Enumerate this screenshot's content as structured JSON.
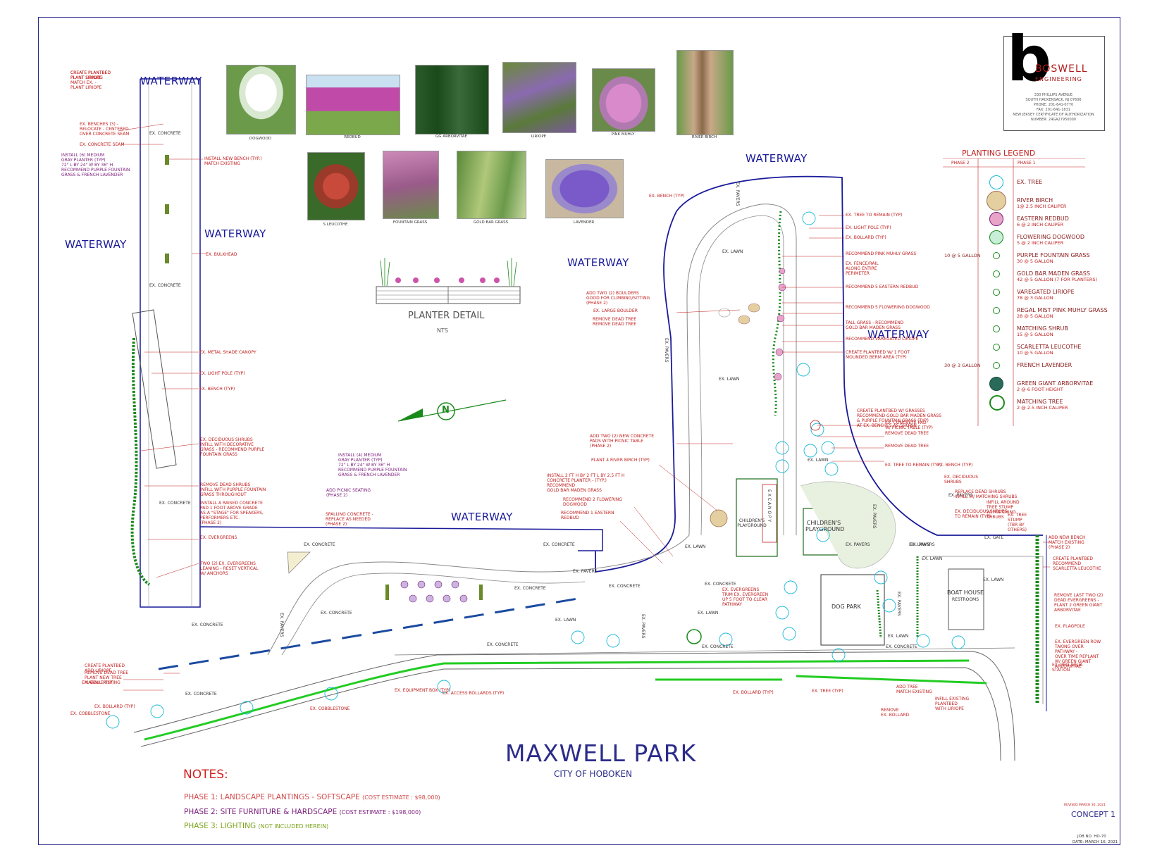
{
  "colors": {
    "waterway": "#1a1a9a",
    "annotation_red": "#c22020",
    "annotation_purple": "#7a1b7a",
    "note_phase1": "#d24a4a",
    "note_phase2": "#7a1b7a",
    "note_phase3": "#7aa21a",
    "plan_green": "#1a8a1a",
    "tree_cyan": "#16b8d8"
  },
  "waterway_labels": [
    "WATERWAY",
    "WATERWAY",
    "WATERWAY",
    "WATERWAY",
    "WATERWAY",
    "WATERWAY",
    "WATERWAY"
  ],
  "photos": [
    {
      "caption": "DOGWOOD"
    },
    {
      "caption": "REDBUD"
    },
    {
      "caption": "GG ARBORVITAE"
    },
    {
      "caption": "LIRIOPE"
    },
    {
      "caption": "PINK MUHLY"
    },
    {
      "caption": "RIVER BIRCH"
    },
    {
      "caption": "S LEUCOTHE"
    },
    {
      "caption": "FOUNTAIN GRASS"
    },
    {
      "caption": "GOLD BAR GRASS"
    },
    {
      "caption": "LAVENDER"
    }
  ],
  "planter_detail": {
    "title": "PLANTER DETAIL",
    "scale": "NTS"
  },
  "logo": {
    "mark": "b",
    "name_line1": "BOSWELL",
    "name_line2": "ENGINEERING",
    "address": "330 PHILLIPS AVENUE\nSOUTH HACKENSACK, NJ 07606\nPHONE: 201-641-0770\nFAX: 201-641-1831\nNEW JERSEY CERTIFICATE OF AUTHORIZATION\nNUMBER: 24GA27950000"
  },
  "legend": {
    "title": "PLANTING LEGEND",
    "col_phase2": "PHASE 2",
    "col_phase1": "PHASE 1",
    "rows": [
      {
        "name": "EX. TREE",
        "detail": "",
        "phase2": "",
        "icon": "ex-tree-icon"
      },
      {
        "name": "RIVER BIRCH",
        "detail": "1@ 2.5 INCH CALIPER",
        "phase2": "",
        "icon": "river-birch-icon"
      },
      {
        "name": "EASTERN REDBUD",
        "detail": "6 @ 2 INCH CALIPER",
        "phase2": "",
        "icon": "redbud-icon"
      },
      {
        "name": "FLOWERING DOGWOOD",
        "detail": "5 @ 2 INCH CALIPER",
        "phase2": "",
        "icon": "dogwood-icon"
      },
      {
        "name": "PURPLE FOUNTAIN GRASS",
        "detail": "30 @ 5 GALLON",
        "phase2": "10 @ 5 GALLON",
        "icon": "fountain-grass-icon"
      },
      {
        "name": "GOLD BAR MADEN GRASS",
        "detail": "42 @ 5 GALLON (7 FOR PLANTERS)",
        "phase2": "",
        "icon": "gold-bar-grass-icon"
      },
      {
        "name": "VAREGATED LIRIOPE",
        "detail": "78 @ 3 GALLON",
        "phase2": "",
        "icon": "liriope-icon"
      },
      {
        "name": "REGAL MIST PINK MUHLY GRASS",
        "detail": "28 @ 5 GALLON",
        "phase2": "",
        "icon": "muhly-grass-icon"
      },
      {
        "name": "MATCHING SHRUB",
        "detail": "15 @ 5 GALLON",
        "phase2": "",
        "icon": "shrub-icon"
      },
      {
        "name": "SCARLETTA LEUCOTHE",
        "detail": "10 @ 5 GALLON",
        "phase2": "",
        "icon": "leucothe-icon"
      },
      {
        "name": "FRENCH LAVENDER",
        "detail": "",
        "phase2": "30 @ 3 GALLON",
        "icon": "lavender-icon"
      },
      {
        "name": "GREEN GIANT ARBORVITAE",
        "detail": "2 @ 6 FOOT HEIGHT",
        "phase2": "",
        "icon": "arborvitae-icon"
      },
      {
        "name": "MATCHING TREE",
        "detail": "2 @ 2.5 INCH CALIPER",
        "phase2": "",
        "icon": "matching-tree-icon"
      }
    ]
  },
  "areas": {
    "childrens_playground_1": "CHILDREN'S\nPLAYGROUND",
    "childrens_playground_2": "CHILDREN'S\nPLAYGROUND",
    "ex_canopy": "E X  C A N O P Y",
    "dog_park": "DOG PARK",
    "boat_house": "BOAT HOUSE",
    "restrooms": "RESTROOMS"
  },
  "plan_labels": [
    {
      "t": "EX. CONCRETE"
    },
    {
      "t": "EX. CONCRETE"
    },
    {
      "t": "EX. CONCRETE"
    },
    {
      "t": "EX. CONCRETE"
    },
    {
      "t": "EX. CONCRETE"
    },
    {
      "t": "EX. CONCRETE"
    },
    {
      "t": "EX. CONCRETE"
    },
    {
      "t": "EX. CONCRETE"
    },
    {
      "t": "EX. CONCRETE"
    },
    {
      "t": "EX. CONCRETE"
    },
    {
      "t": "EX. CONCRETE"
    },
    {
      "t": "EX. CONCRETE"
    },
    {
      "t": "EX. CONCRETE"
    },
    {
      "t": "EX. CONCRETE"
    },
    {
      "t": "EX. PAVERS"
    },
    {
      "t": "EX. PAVERS"
    },
    {
      "t": "EX. PAVERS"
    },
    {
      "t": "EX. PAVERS"
    },
    {
      "t": "EX. PAVERS"
    },
    {
      "t": "EX. PAVERS"
    },
    {
      "t": "EX. PAVERS"
    },
    {
      "t": "EX. PAVERS"
    },
    {
      "t": "EX. PAVERS"
    },
    {
      "t": "EX. PAVERS"
    },
    {
      "t": "EX. LAWN"
    },
    {
      "t": "EX. LAWN"
    },
    {
      "t": "EX. LAWN"
    },
    {
      "t": "EX. LAWN"
    },
    {
      "t": "EX. LAWN"
    },
    {
      "t": "EX. LAWN"
    },
    {
      "t": "EX. LAWN"
    },
    {
      "t": "EX. LAWN"
    },
    {
      "t": "EX. LAWN"
    },
    {
      "t": "EX. LAWN"
    },
    {
      "t": "EX. GATE"
    }
  ],
  "callouts_red": [
    "EX. BENCHES (3) -\nRELOCATE - CENTERED\nOVER CONCRETE SEAM",
    "EX. CONCRETE SEAM",
    "INSTALL NEW BENCH (TYP.)\nMATCH EXISTING",
    "EX. BULKHEAD",
    "EX. METAL SHADE CANOPY",
    "EX. LIGHT POLE (TYP)",
    "EX. BENCH (TYP)",
    "EX. DECIDUOUS SHRUBS\nINFILL WITH DECORATIVE\nGRASS - RECOMMEND PURPLE\nFOUNTAIN GRASS",
    "REMOVE DEAD SHRUBS\nINFILL WITH PURPLE FOUNTAIN\nGRASS THROUGHOUT",
    "INSTALL A RAISED CONCRETE\nPAD 1 FOOT ABOVE GRADE\nAS A \"STAGE\" FOR SPEAKERS,\nPERFORMERS ETC.\n(PHASE 2)",
    "EX. EVERGREENS",
    "TWO (2) EX. EVERGREENS\nLEANING - RESET VERTICAL\nW/ ANCHORS",
    "SPALLING CONCRETE -\nREPLACE AS NEEDED\n(PHASE 2)",
    "INSTALL 2 FT H BY 2 FT L BY 2.5 FT H\nCONCRETE PLANTER - (TYP.)\nRECOMMEND\nGOLD BAR MADEN GRASS",
    "RECOMMEND 2 FLOWERING\nDOGWOOD",
    "RECOMMEND 1 EASTERN\nREDBUD",
    "EX. BENCH (TYP)",
    "ADD TWO (2) BOULDERS\nGOOD FOR CLIMBING/SITTING\n(PHASE 2)",
    "EX. LARGE BOULDER",
    "REMOVE DEAD TREE\nREMOVE DEAD TREE",
    "ADD TWO (2) NEW CONCRETE\nPADS WITH PICNIC TABLE\n(PHASE 2)",
    "PLANT 4 RIVER BIRCH (TYP)",
    "EX. TREE TO REMAIN (TYP)",
    "EX. LIGHT POLE (TYP)",
    "EX. BOLLARD (TYP)",
    "RECOMMEND PINK MUHLY GRASS",
    "EX. FENCE/RAIL\nALONG ENTIRE\nPERIMETER",
    "RECOMMEND 5 EASTERN REDBUD",
    "RECOMMEND 5 FLOWERING DOGWOOD",
    "TALL GRASS - RECOMMEND\nGOLD BAR MADEN GRASS",
    "RECOMMEND VAREGATED LIRIOPE",
    "CREATE PLANTBED W/ 1 FOOT\nMOUNDED BERM AREA (TYP)",
    "CREATE PLANTBED W/ GRASSES\nRECOMMEND GOLD BAR MADEN GRASS\n& PURPLE FOUNTAIN GRASS (TYP)\nAT EX. BENCHES AS SHOWN",
    "EX. CONCRETE PAD\nW/ PICNIC TABLE (TYP)",
    "REMOVE DEAD TREE",
    "REMOVE DEAD TREE",
    "EX. TREE TO REMAIN (TYP)",
    "EX. BENCH (TYP)",
    "EX. DECIDUOUS\nSHRUBS",
    "REPLACE DEAD SHRUBS\nINFILL W/ MATCHING SHRUBS",
    "EX. DECIDUOUS SHRUBS\nTO REMAIN (TYP)",
    "INFILL AROUND\nTREE STUMP\nW/ MATCHING\nSHRUBS",
    "EX. TREE\nSTUMP\n(TBR BY\nOTHERS)",
    "ADD NEW BENCH\nMATCH EXISTING\n(PHASE 2)",
    "CREATE PLANTBED\nRECOMMEND\nSCARLETTA LEUCOTHE",
    "REMOVE LAST TWO (2)\nDEAD EVERGREENS -\nPLANT 2 GREEN GIANT\nARBORVITAE",
    "EX. FLAGPOLE",
    "EX. EVERGREEN ROW\nTAKING OVER\nPATHWAY -\nOVER TIME REPLANT\nW/ GREEN GIANT\nARBORVITAE",
    "EX. PRO AQUA\nSTATION",
    "EX. EVERGREENS\nTRIM EX. EVERGREEN\nUP 5 FOOT TO CLEAR\nPATHWAY",
    "CREATE PLANTBED\nADD LIRIOPE",
    "REMOVE DEAD TREE\nPLANT NEW TREE\nMATCH EXISTING",
    "EX. WALL (TYP)",
    "EX. BOLLARD (TYP)",
    "EX. COBBLESTONE",
    "EX. COBBLESTONE",
    "EX. EQUIPMENT BOX (TYP)",
    "EX. ACCESS BOLLARDS (TYP)",
    "EX. BOLLARD (TYP)",
    "EX. TREE (TYP)",
    "ADD TREE\nMATCH EXISTING",
    "INFILL EXISTING\nPLANTBED\nWITH LIRIOPE",
    "REMOVE\nEX. BOLLARD",
    "CREATE PLANTBED\nPLANT LIRIOPE",
    "CREATE PLANTBED\nPLANT SHRUBS\nMATCH EX. -\nPLANT LIRIOPE"
  ],
  "callouts_purple": [
    "INSTALL (6) MEDIUM\nGRAY PLANTER (TYP)\n72\" L BY 24\" W BY 36\" H\nRECOMMEND PURPLE FOUNTAIN\nGRASS & FRENCH LAVENDER",
    "INSTALL (4) MEDIUM\nGRAY PLANTER (TYP)\n72\" L BY 24\" W BY 36\" H\nRECOMMEND PURPLE FOUNTAIN\nGRASS & FRENCH LAVENDER",
    "ADD PICNIC SEATING\n(PHASE 2)"
  ],
  "title_block": {
    "title": "MAXWELL PARK",
    "subtitle": "CITY OF HOBOKEN"
  },
  "notes": {
    "heading": "NOTES:",
    "phase1": "PHASE 1: LANDSCAPE PLANTINGS - SOFTSCAPE",
    "phase1_cost": "(COST ESTIMATE : $98,000)",
    "phase2": "PHASE 2: SITE FURNITURE & HARDSCAPE",
    "phase2_cost": "(COST ESTIMATE : $198,000)",
    "phase3": "PHASE 3: LIGHTING",
    "phase3_cost": "(NOT INCLUDED HEREIN)"
  },
  "sheet_info": {
    "revised": "REVISED MARCH 30, 2021",
    "concept": "CONCEPT 1",
    "job_no": "JOB NO. HO-70",
    "date": "DATE: MARCH 16, 2021"
  },
  "north_arrow": "N"
}
